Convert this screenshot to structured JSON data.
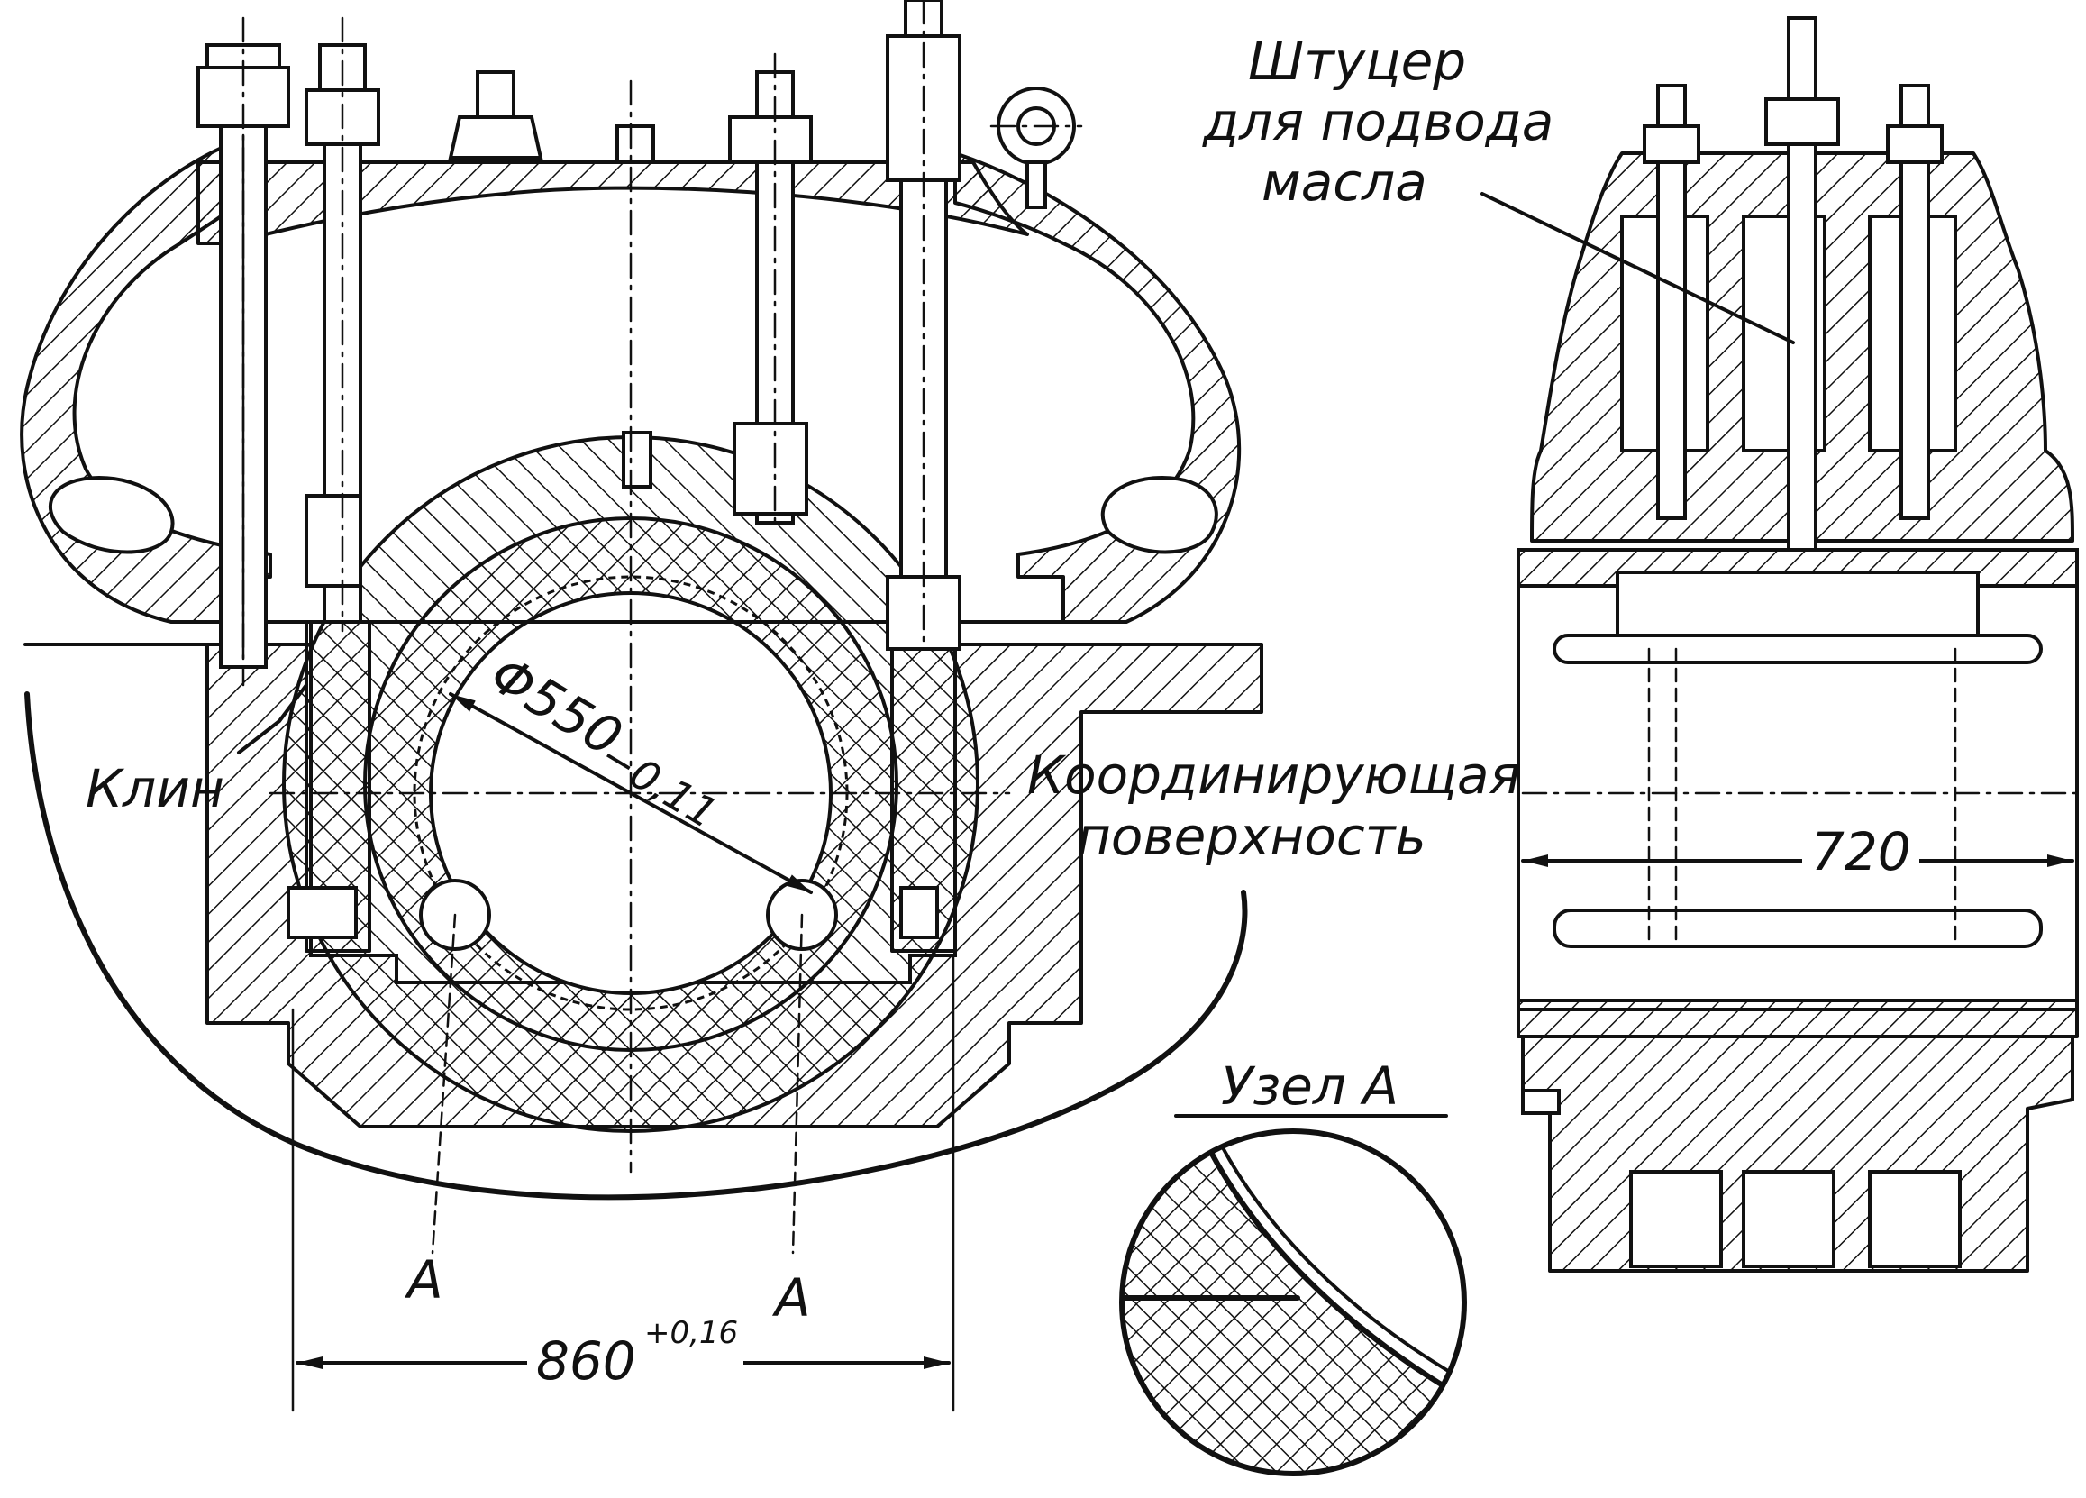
{
  "labels": {
    "wedge": "Клин",
    "coordinating_surface_line1": "Координирующая",
    "coordinating_surface_line2": "поверхность",
    "oil_fitting_line1": "Штуцер",
    "oil_fitting_line2": "для подвода",
    "oil_fitting_line3": "масла",
    "detail_title": "Узел А",
    "section_mark_left": "А",
    "section_mark_right": "А"
  },
  "dimensions": {
    "bore_diameter": "Φ550",
    "bore_tolerance": "−0,11",
    "width_nominal": "860",
    "width_tolerance": "+0,16",
    "length": "720"
  },
  "colors": {
    "ink": "#111111",
    "paper": "#ffffff"
  }
}
